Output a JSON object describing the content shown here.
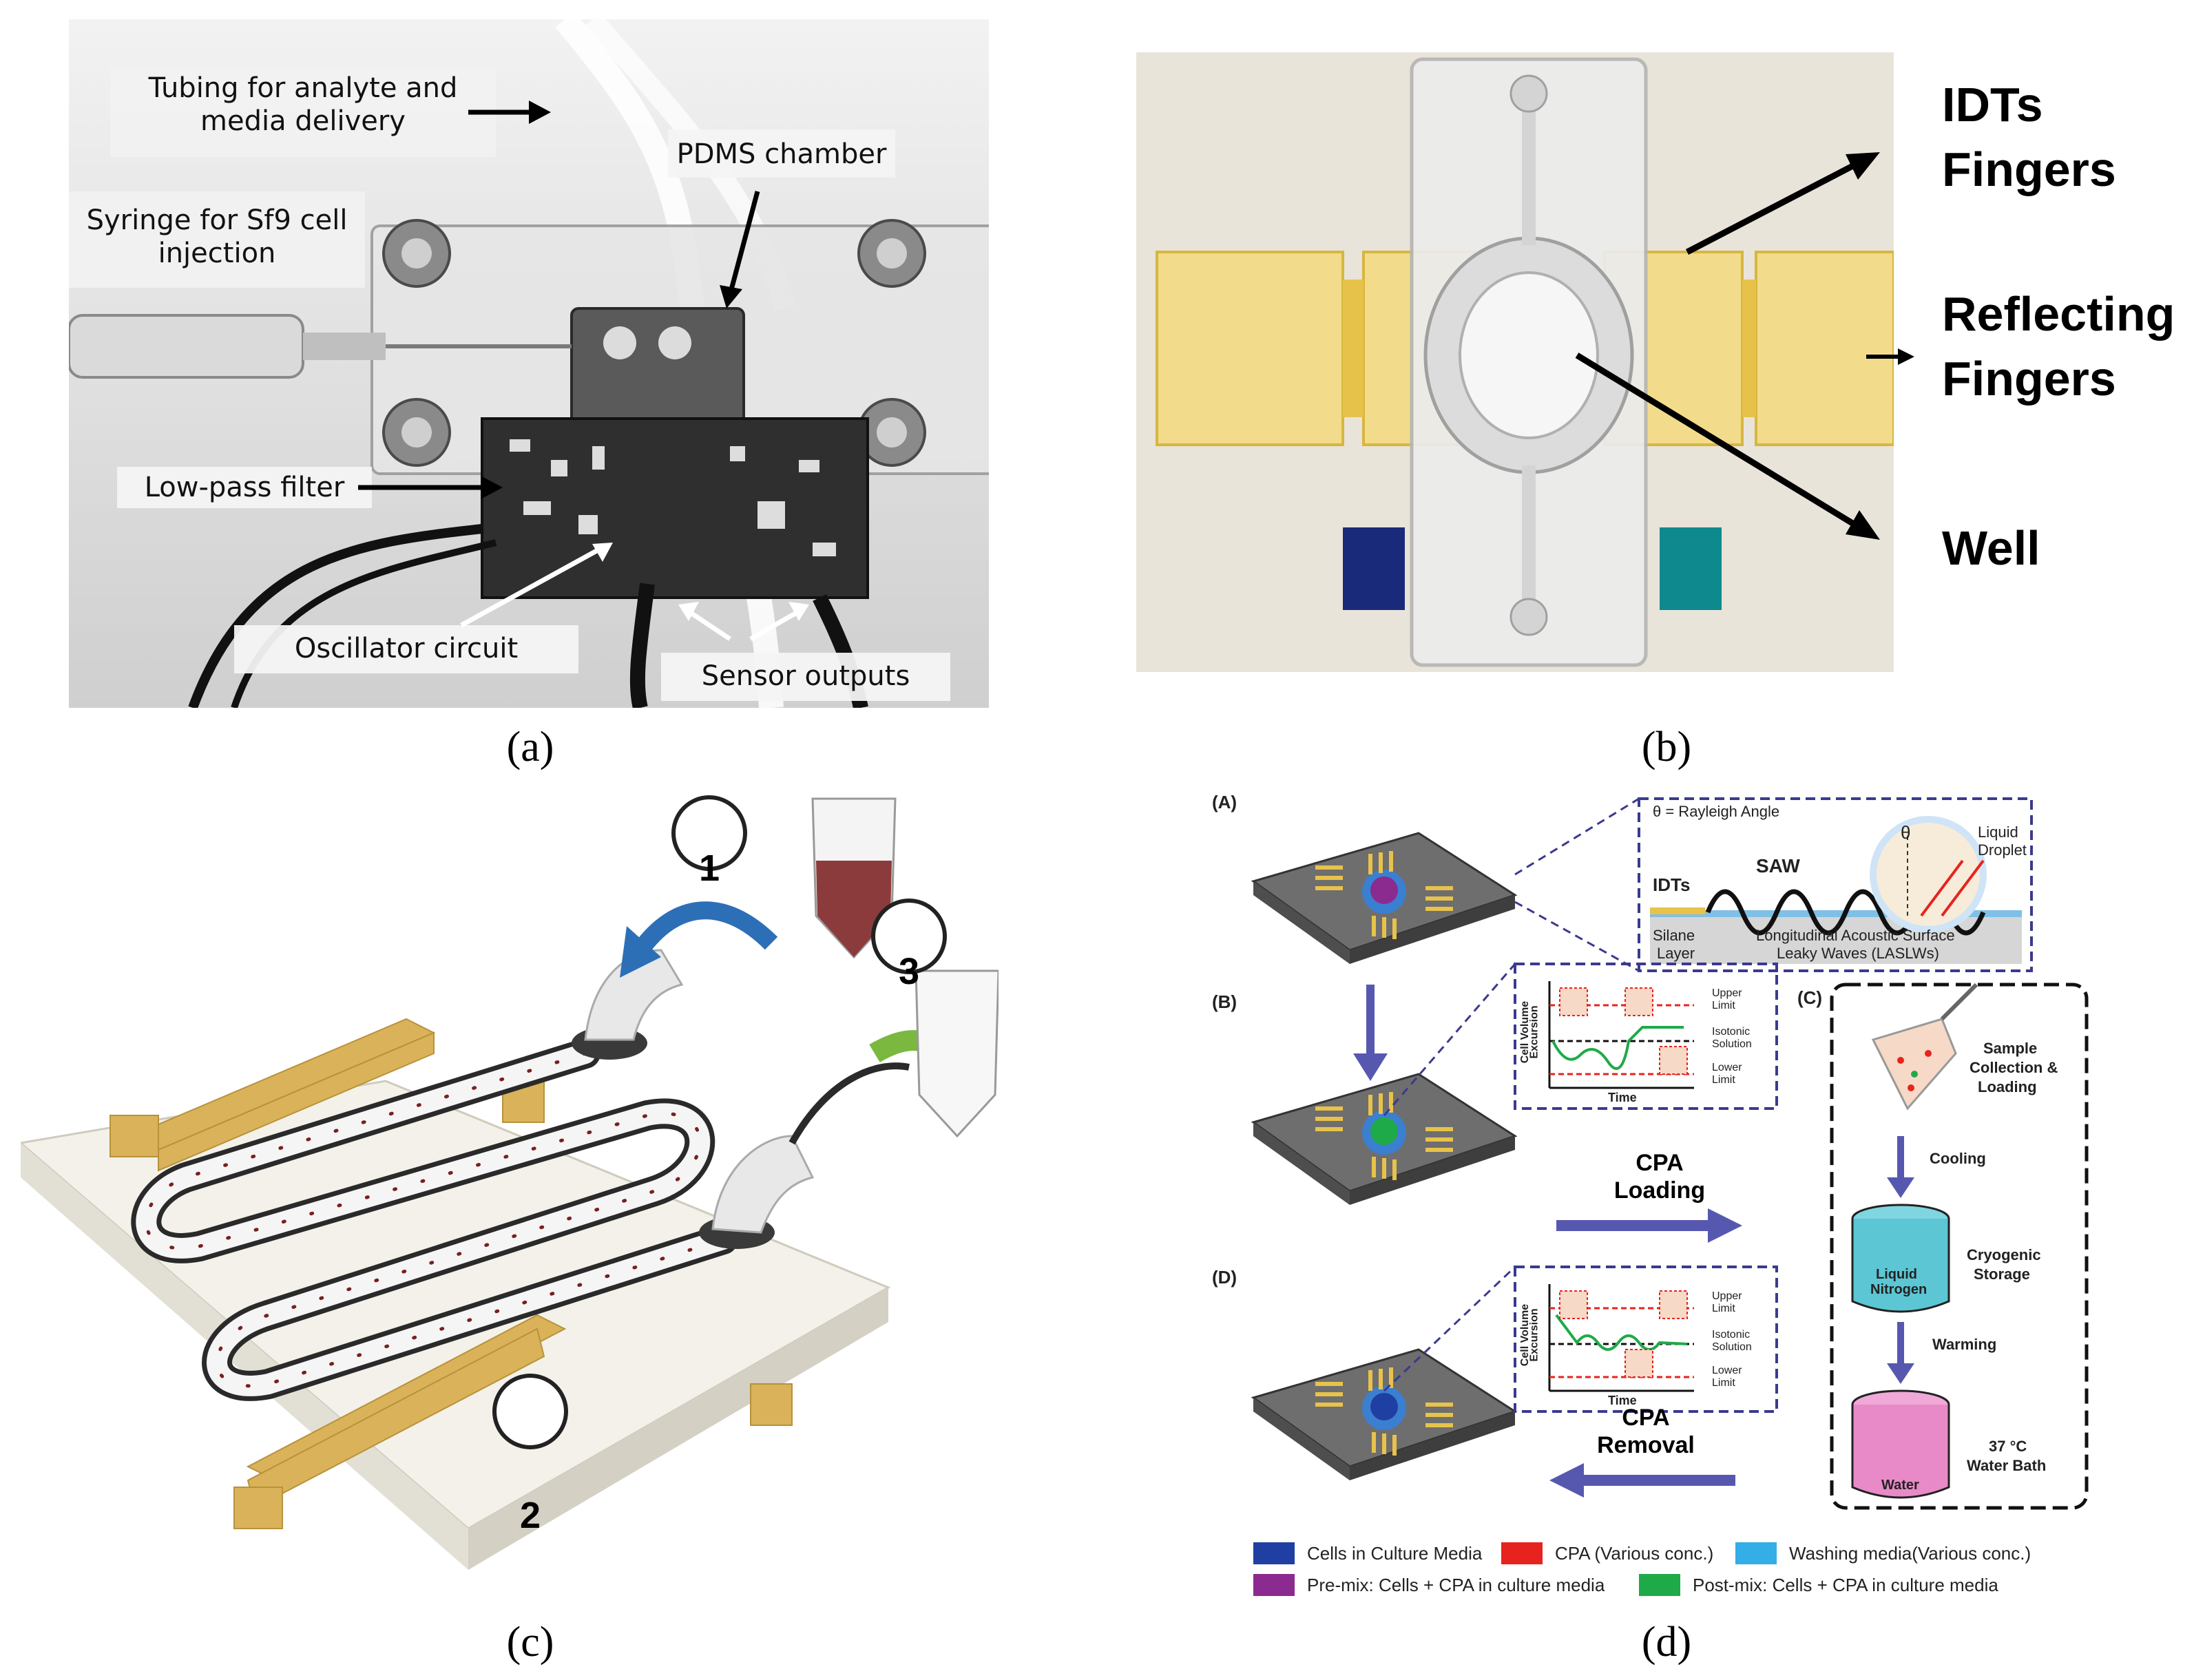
{
  "panel_a": {
    "label_tubing": "Tubing for analyte and media delivery",
    "label_pdms": "PDMS chamber",
    "label_syringe": "Syringe for Sf9 cell injection",
    "label_lowpass": "Low-pass filter",
    "label_oscillator": "Oscillator circuit",
    "label_outputs": "Sensor outputs",
    "caption": "(a)"
  },
  "panel_b": {
    "label_idts_1": "IDTs",
    "label_idts_2": "Fingers",
    "label_reflect_1": "Reflecting",
    "label_reflect_2": "Fingers",
    "label_well": "Well",
    "caption": "(b)"
  },
  "panel_c": {
    "step1": "1",
    "step2": "2",
    "step3": "3",
    "caption": "(c)"
  },
  "panel_d": {
    "tag_A": "(A)",
    "tag_B": "(B)",
    "tag_C": "(C)",
    "tag_D": "(D)",
    "theta_note": "θ = Rayleigh Angle",
    "idts": "IDTs",
    "saw": "SAW",
    "theta": "θ",
    "liquid": "Liquid",
    "droplet": "Droplet",
    "silane_1": "Silane",
    "silane_2": "Layer",
    "laslw_1": "Longitudinal Acoustic Surface",
    "laslw_2": "Leaky Waves (LASLWs)",
    "plot_ylabel_1": "Cell Volume",
    "plot_ylabel_2": "Excursion",
    "plot_xlabel": "Time",
    "upper_1": "Upper",
    "upper_2": "Limit",
    "iso_1": "Isotonic",
    "iso_2": "Solution",
    "lower_1": "Lower",
    "lower_2": "Limit",
    "cpa": "CPA",
    "loading": "Loading",
    "removal": "Removal",
    "sample_1": "Sample",
    "sample_2": "Collection &",
    "sample_3": "Loading",
    "cooling": "Cooling",
    "cryo_1": "Cryogenic",
    "cryo_2": "Storage",
    "liquid_n_1": "Liquid",
    "liquid_n_2": "Nitrogen",
    "warming": "Warming",
    "bath_1": "37 °C",
    "bath_2": "Water Bath",
    "water": "Water",
    "legend": [
      {
        "label": "Cells in Culture Media",
        "color": "#1f3fa3"
      },
      {
        "label": "CPA (Various conc.)",
        "color": "#e8231f"
      },
      {
        "label": "Washing media(Various conc.)",
        "color": "#33aee6"
      },
      {
        "label": "Pre-mix: Cells + CPA in culture media",
        "color": "#8b2a8f"
      },
      {
        "label": "Post-mix: Cells + CPA in culture media",
        "color": "#1faa4a"
      }
    ],
    "caption": "(d)"
  }
}
